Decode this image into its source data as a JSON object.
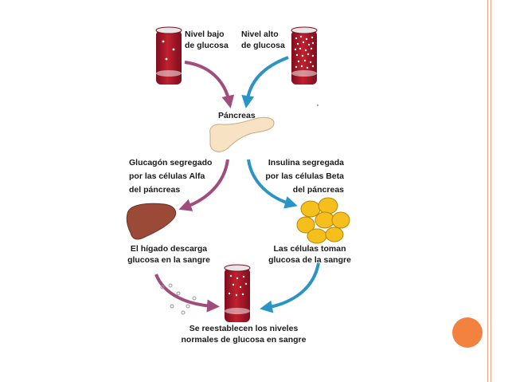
{
  "labels": {
    "low_glucose": [
      "Nivel bajo",
      "de glucosa"
    ],
    "high_glucose": [
      "Nivel alto",
      "de glucosa"
    ],
    "pancreas": "Páncreas",
    "glucagon": [
      "Glucagón segregado",
      "por las células Alfa",
      "del páncreas"
    ],
    "insulin": [
      "Insulina segregada",
      "por las células Beta",
      "del páncreas"
    ],
    "liver": [
      "El hígado descarga",
      "glucosa en la sangre"
    ],
    "cells": [
      "Las células toman",
      "glucosa de la sangre"
    ],
    "restored": [
      "Se reestablecen los niveles",
      "normales de glucosa en sangre"
    ]
  },
  "colors": {
    "glucagon_arrow": "#a04d7e",
    "insulin_arrow": "#2a95c4",
    "vessel": "#b0142a",
    "pancreas": "#f8e2c4",
    "liver": "#9c4a38",
    "fat_cells": "#f5bf1c",
    "accent_dot": "#f4823f",
    "frame_line": "#e8a77f"
  }
}
